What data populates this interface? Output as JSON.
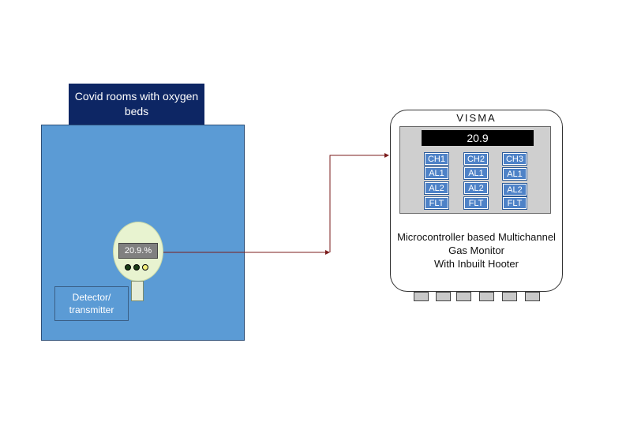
{
  "room": {
    "label": "Covid rooms with oxygen beds",
    "fill_color": "#5b9bd5",
    "label_color": "#0d2664"
  },
  "detector": {
    "reading": "20.9.%",
    "label": "Detector/ transmitter",
    "led_colors": [
      "#1a3d16",
      "#1a3d16",
      "#f3ef7a"
    ]
  },
  "monitor": {
    "brand": "VISMA",
    "reading": "20.9",
    "channels": [
      {
        "name": "CH1",
        "items": [
          "AL1",
          "AL2",
          "FLT"
        ]
      },
      {
        "name": "CH2",
        "items": [
          "AL1",
          "AL2",
          "FLT"
        ]
      },
      {
        "name": "CH3",
        "items": [
          "AL1",
          "AL2",
          "FLT"
        ]
      }
    ],
    "caption_lines": [
      "Microcontroller based Multichannel",
      "Gas Monitor",
      "With Inbuilt Hooter"
    ],
    "port_count": 6,
    "channel_color": "#4e82c7"
  },
  "connector": {
    "color": "#7b1c1c"
  }
}
